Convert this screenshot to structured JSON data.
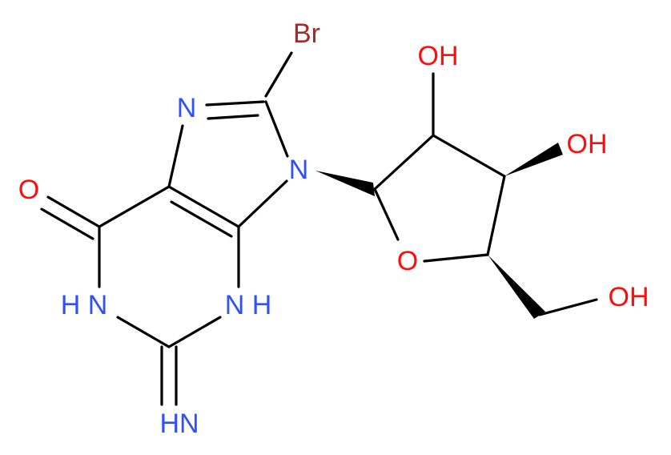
{
  "molecule": {
    "colors": {
      "bond": "#000000",
      "N": "#3050F8",
      "O": "#FF0D0D",
      "Br": "#A62929"
    },
    "atoms": [
      {
        "id": "Br",
        "text": "Br",
        "element": "Br"
      },
      {
        "id": "N7",
        "text": "N",
        "element": "N"
      },
      {
        "id": "N9",
        "text": "N",
        "element": "N"
      },
      {
        "id": "O6",
        "text": "O",
        "element": "O"
      },
      {
        "id": "N1",
        "text": "H N",
        "element": "N"
      },
      {
        "id": "N3",
        "text": "N H",
        "element": "N"
      },
      {
        "id": "N2",
        "text": "HN",
        "element": "N"
      },
      {
        "id": "O2p",
        "text": "OH",
        "element": "O"
      },
      {
        "id": "O3p",
        "text": "OH",
        "element": "O"
      },
      {
        "id": "O4p",
        "text": "O",
        "element": "O"
      },
      {
        "id": "O5p",
        "text": "OH",
        "element": "O"
      }
    ]
  }
}
